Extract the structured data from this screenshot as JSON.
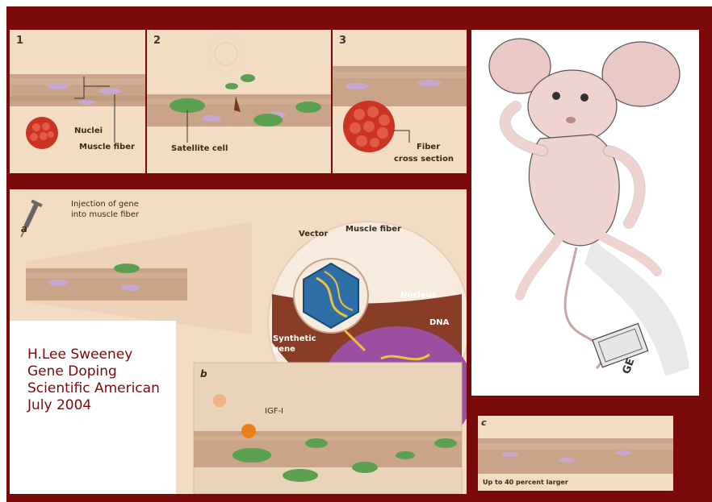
{
  "top_panels": [
    {
      "number": "1",
      "labels": [
        "Nuclei",
        "Muscle fiber"
      ]
    },
    {
      "number": "2",
      "labels": [
        "Satellite cell"
      ]
    },
    {
      "number": "3",
      "labels": [
        "Fiber",
        "cross section"
      ]
    }
  ],
  "main_panel": {
    "letter_a": "a",
    "injection_label_line1": "Injection of gene",
    "injection_label_line2": "into muscle fiber",
    "vector_label": "Vector",
    "muscle_fiber_label": "Muscle fiber",
    "nucleus_label": "Nucleus",
    "dna_label": "DNA",
    "synthetic_gene_line1": "Synthetic",
    "synthetic_gene_line2": "gene",
    "letter_b": "b",
    "igf_label": "IGF-I"
  },
  "panel_c": {
    "letter": "c",
    "caption": "Up to 40 percent larger"
  },
  "cartoon": {
    "trap_text": "GE"
  },
  "credit": {
    "line1": "H.Lee Sweeney",
    "line2": "Gene Doping",
    "line3": "Scientific American",
    "line4": "July 2004"
  },
  "colors": {
    "background": "#7a0a0a",
    "panel": "#f2dcc4",
    "fiber": "#c9a488",
    "satellite_cell": "#5aa050",
    "caption_text": "#7a0a0a"
  }
}
